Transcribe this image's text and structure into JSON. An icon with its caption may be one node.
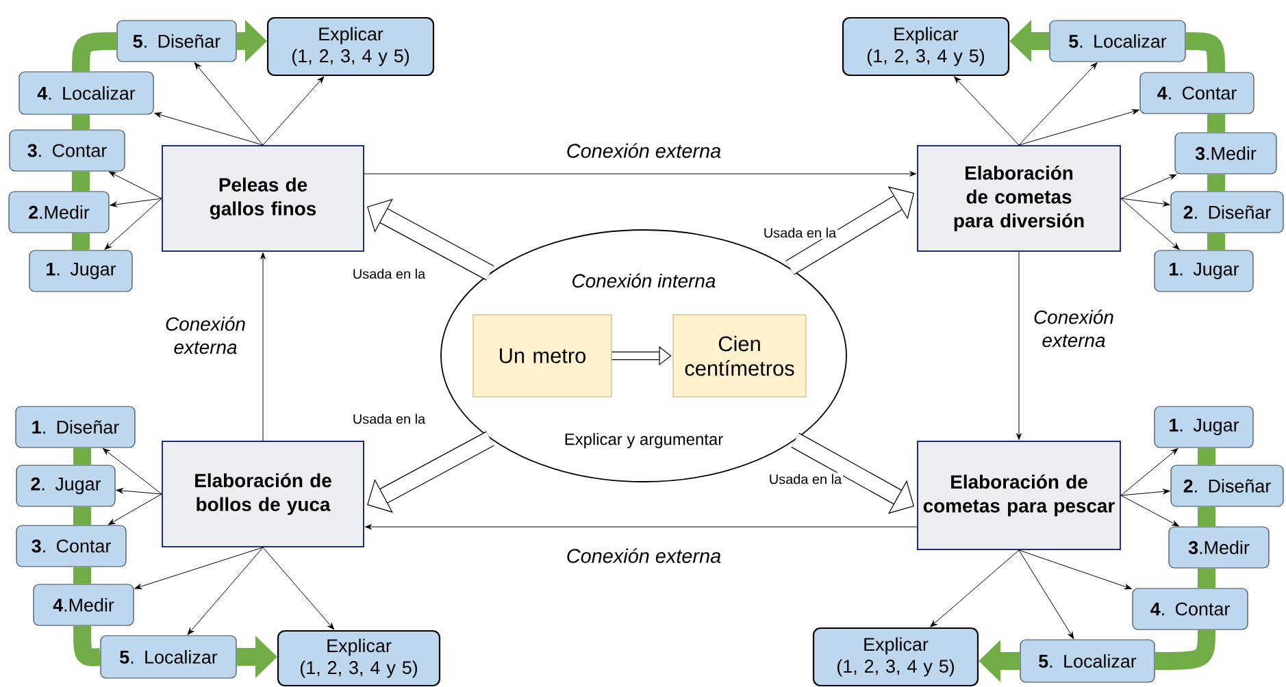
{
  "diagram": {
    "nodes": [
      {
        "text": [
          "Conexión interna",
          "Explicar y argumentar"
        ]
      },
      {
        "text": [
          "Un metro"
        ],
        "in": 0
      },
      {
        "text": [
          "Cien centímetros"
        ],
        "in": 0
      },
      {
        "text": [
          "Peleas de gallos finos"
        ]
      },
      {
        "text": [
          "Elaboración de cometas para diversión"
        ]
      },
      {
        "text": [
          "Elaboración de bollos de yuca"
        ]
      },
      {
        "text": [
          "Elaboración de cometas para pescar"
        ]
      },
      {
        "text": [
          "**5**. Diseñar"
        ]
      },
      {
        "text": [
          "Explicar",
          "(1, 2, 3, 4 y 5)"
        ]
      },
      {
        "text": [
          "**4**. Localizar"
        ]
      },
      {
        "text": [
          "**3**. Contar"
        ]
      },
      {
        "text": [
          "**2**.Medir"
        ]
      },
      {
        "text": [
          "**1**. Jugar"
        ]
      },
      {
        "text": [
          "Explicar",
          "(1, 2, 3, 4 y 5)"
        ]
      },
      {
        "text": [
          "**5**. Localizar"
        ]
      },
      {
        "text": [
          "**4**. Contar"
        ]
      },
      {
        "text": [
          "**3**.Medir"
        ]
      },
      {
        "text": [
          "**2**. Diseñar"
        ]
      },
      {
        "text": [
          "**1**. Jugar"
        ]
      },
      {
        "text": [
          "**1**. Diseñar"
        ]
      },
      {
        "text": [
          "**2**. Jugar"
        ]
      },
      {
        "text": [
          "**3**. Contar"
        ]
      },
      {
        "text": [
          "**4**.Medir"
        ]
      },
      {
        "text": [
          "**5**. Localizar"
        ]
      },
      {
        "text": [
          "Explicar",
          "(1, 2, 3, 4 y 5)"
        ]
      },
      {
        "text": [
          "**1**. Jugar"
        ]
      },
      {
        "text": [
          "**2**. Diseñar"
        ]
      },
      {
        "text": [
          "**3**.Medir"
        ]
      },
      {
        "text": [
          "**4**. Contar"
        ]
      },
      {
        "text": [
          "Explicar",
          "(1, 2, 3, 4 y 5)"
        ]
      },
      {
        "text": [
          "**5**. Localizar"
        ]
      }
    ],
    "edges": [
      {
        "from": 1,
        "to": 2,
        "arrow": "to",
        "style": "thick"
      },
      {
        "from": 0,
        "to": 3,
        "arrow": "to",
        "style": "thick",
        "label": "Usada en la"
      },
      {
        "from": 0,
        "to": 4,
        "arrow": "to",
        "style": "thick",
        "label": "Usada en la"
      },
      {
        "from": 0,
        "to": 5,
        "arrow": "to",
        "style": "thick",
        "label": "Usada en la"
      },
      {
        "from": 0,
        "to": 6,
        "arrow": "to",
        "style": "thick",
        "label": "Usada en la"
      },
      {
        "from": 3,
        "to": 4,
        "arrow": "to",
        "label": "Conexión externa"
      },
      {
        "from": 4,
        "to": 6,
        "arrow": "to",
        "label": "Conexión externa"
      },
      {
        "from": 6,
        "to": 5,
        "arrow": "to",
        "label": "Conexión externa"
      },
      {
        "from": 5,
        "to": 3,
        "arrow": "to",
        "label": "Conexión externa"
      },
      {
        "from": 3,
        "to": 7,
        "arrow": "to"
      },
      {
        "from": 3,
        "to": 8,
        "arrow": "to"
      },
      {
        "from": 3,
        "to": 9,
        "arrow": "to"
      },
      {
        "from": 3,
        "to": 10,
        "arrow": "to"
      },
      {
        "from": 3,
        "to": 11,
        "arrow": "to"
      },
      {
        "from": 3,
        "to": 12,
        "arrow": "to"
      },
      {
        "from": 4,
        "to": 13,
        "arrow": "to"
      },
      {
        "from": 4,
        "to": 14,
        "arrow": "to"
      },
      {
        "from": 4,
        "to": 15,
        "arrow": "to"
      },
      {
        "from": 4,
        "to": 16,
        "arrow": "to"
      },
      {
        "from": 4,
        "to": 17,
        "arrow": "to"
      },
      {
        "from": 4,
        "to": 18,
        "arrow": "to"
      },
      {
        "from": 5,
        "to": 19,
        "arrow": "to"
      },
      {
        "from": 5,
        "to": 20,
        "arrow": "to"
      },
      {
        "from": 5,
        "to": 21,
        "arrow": "to"
      },
      {
        "from": 5,
        "to": 22,
        "arrow": "to"
      },
      {
        "from": 5,
        "to": 23,
        "arrow": "to"
      },
      {
        "from": 5,
        "to": 24,
        "arrow": "to"
      },
      {
        "from": 6,
        "to": 25,
        "arrow": "to"
      },
      {
        "from": 6,
        "to": 26,
        "arrow": "to"
      },
      {
        "from": 6,
        "to": 27,
        "arrow": "to"
      },
      {
        "from": 6,
        "to": 28,
        "arrow": "to"
      },
      {
        "from": 6,
        "to": 29,
        "arrow": "to"
      },
      {
        "from": 6,
        "to": 30,
        "arrow": "to"
      },
      {
        "from": 12,
        "to": 11,
        "arrow": "none",
        "style": "thick",
        "color": "#70ad47"
      },
      {
        "from": 11,
        "to": 10,
        "arrow": "none",
        "style": "thick",
        "color": "#70ad47"
      },
      {
        "from": 10,
        "to": 9,
        "arrow": "none",
        "style": "thick",
        "color": "#70ad47"
      },
      {
        "from": 9,
        "to": 7,
        "arrow": "none",
        "style": "thick",
        "color": "#70ad47"
      },
      {
        "from": 7,
        "to": 8,
        "arrow": "to",
        "style": "thick",
        "color": "#70ad47"
      },
      {
        "from": 18,
        "to": 17,
        "arrow": "none",
        "style": "thick",
        "color": "#70ad47"
      },
      {
        "from": 17,
        "to": 16,
        "arrow": "none",
        "style": "thick",
        "color": "#70ad47"
      },
      {
        "from": 16,
        "to": 15,
        "arrow": "none",
        "style": "thick",
        "color": "#70ad47"
      },
      {
        "from": 15,
        "to": 14,
        "arrow": "none",
        "style": "thick",
        "color": "#70ad47"
      },
      {
        "from": 14,
        "to": 13,
        "arrow": "to",
        "style": "thick",
        "color": "#70ad47"
      },
      {
        "from": 19,
        "to": 20,
        "arrow": "none",
        "style": "thick",
        "color": "#70ad47"
      },
      {
        "from": 20,
        "to": 21,
        "arrow": "none",
        "style": "thick",
        "color": "#70ad47"
      },
      {
        "from": 21,
        "to": 22,
        "arrow": "none",
        "style": "thick",
        "color": "#70ad47"
      },
      {
        "from": 22,
        "to": 23,
        "arrow": "none",
        "style": "thick",
        "color": "#70ad47"
      },
      {
        "from": 23,
        "to": 24,
        "arrow": "to",
        "style": "thick",
        "color": "#70ad47"
      },
      {
        "from": 25,
        "to": 26,
        "arrow": "none",
        "style": "thick",
        "color": "#70ad47"
      },
      {
        "from": 26,
        "to": 27,
        "arrow": "none",
        "style": "thick",
        "color": "#70ad47"
      },
      {
        "from": 27,
        "to": 28,
        "arrow": "none",
        "style": "thick",
        "color": "#70ad47"
      },
      {
        "from": 28,
        "to": 30,
        "arrow": "none",
        "style": "thick",
        "color": "#70ad47"
      },
      {
        "from": 30,
        "to": 29,
        "arrow": "to",
        "style": "thick",
        "color": "#70ad47"
      }
    ]
  }
}
